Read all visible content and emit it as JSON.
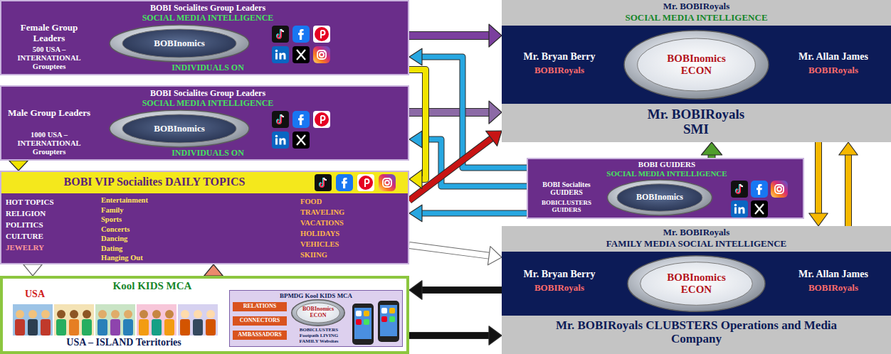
{
  "diagram": {
    "nodes": [
      {
        "text": [
          "BOBI Socialites Group Leaders",
          "SOCIAL MEDIA INTELLIGENCE",
          "Female Group Leaders",
          "500 USA – INTERNATIONAL Grouptees",
          "INDIVIDUALS ON"
        ]
      },
      {
        "text": [
          "BOBInomics"
        ],
        "in": 0
      },
      {
        "text": [
          "BOBI Socialites Group Leaders",
          "SOCIAL MEDIA INTELLIGENCE",
          "Male Group Leaders",
          "1000 USA – INTERNATIONAL Groupters",
          "INDIVIDUALS ON"
        ]
      },
      {
        "text": [
          "BOBInomics"
        ],
        "in": 2
      },
      {
        "text": [
          "BOBI VIP Socialites DAILY TOPICS",
          "HOT TOPICS",
          "RELIGION",
          "POLITICS",
          "CULTURE",
          "JEWELRY",
          "Entertainment",
          "Family",
          "Sports",
          "Concerts",
          "Dancing",
          "Dating",
          "Hanging Out",
          "FOOD",
          "TRAVELING",
          "VACATIONS",
          "HOLIDAYS",
          "VEHICLES",
          "SKIING"
        ]
      },
      {
        "text": [
          "Kool KIDS MCA",
          "USA",
          "USA – ISLAND Territories"
        ]
      },
      {
        "text": [
          "BPMDG Kool KIDS MCA",
          "RELATIONS",
          "CONNECTORS",
          "AMBASSADORS",
          "BOBICLUSTERS Footpath LIVING FAMILY Websites"
        ],
        "in": 5
      },
      {
        "text": [
          "BOBInomics",
          "ECON"
        ],
        "in": 6
      },
      {
        "text": [
          "Mr. BOBIRoyals",
          "SOCIAL MEDIA INTELLIGENCE",
          "Mr. BOBIRoyals SMI"
        ]
      },
      {
        "text": [
          "Mr. Bryan Berry",
          "BOBIRoyals",
          "Mr. Allan James",
          "BOBIRoyals"
        ],
        "in": 8
      },
      {
        "text": [
          "BOBInomics",
          "ECON"
        ],
        "in": 9
      },
      {
        "text": [
          "BOBI GUIDERS",
          "SOCIAL MEDIA INTELLIGENCE",
          "BOBI Socialites GUIDERS",
          "BOBICLUSTERS GUIDERS"
        ]
      },
      {
        "text": [
          "BOBInomics"
        ],
        "in": 11
      },
      {
        "text": [
          "Mr. BOBIRoyals",
          "FAMILY MEDIA SOCIAL INTELLIGENCE",
          "Mr. BOBIRoyals CLUBSTERS Operations and Media Company"
        ]
      },
      {
        "text": [
          "Mr. Bryan Berry",
          "BOBIRoyals",
          "Mr. Allan James",
          "BOBIRoyals"
        ],
        "in": 13
      },
      {
        "text": [
          "BOBInomics",
          "ECON"
        ],
        "in": 14
      }
    ],
    "edges": [
      {
        "from": 0,
        "to": 8,
        "arrow": "to"
      },
      {
        "from": 2,
        "to": 8,
        "arrow": "to"
      },
      {
        "from": 11,
        "to": 0,
        "arrow": "to"
      },
      {
        "from": 11,
        "to": 2,
        "arrow": "to"
      },
      {
        "from": 11,
        "to": 4,
        "arrow": "to"
      },
      {
        "from": 4,
        "to": 8,
        "arrow": "to"
      },
      {
        "from": 11,
        "to": 8,
        "arrow": "to"
      },
      {
        "from": 4,
        "to": 13,
        "arrow": "to"
      },
      {
        "from": 0,
        "to": 4,
        "arrow": "to"
      },
      {
        "from": 2,
        "to": 4,
        "arrow": "to"
      },
      {
        "from": 4,
        "to": 5,
        "arrow": "to"
      },
      {
        "from": 5,
        "to": 4,
        "arrow": "to"
      },
      {
        "from": 13,
        "to": 5,
        "arrow": "to"
      },
      {
        "from": 5,
        "to": 13,
        "arrow": "to"
      },
      {
        "from": 8,
        "to": 13,
        "arrow": "to"
      },
      {
        "from": 13,
        "to": 8,
        "arrow": "to"
      }
    ]
  }
}
